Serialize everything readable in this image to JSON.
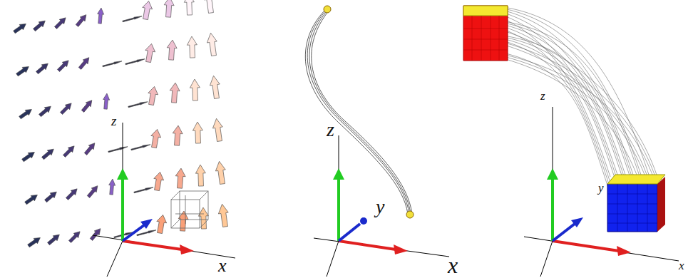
{
  "diagram": {
    "labels": [
      "z",
      "x",
      "z",
      "y",
      "x",
      "z",
      "y",
      "x"
    ]
  }
}
